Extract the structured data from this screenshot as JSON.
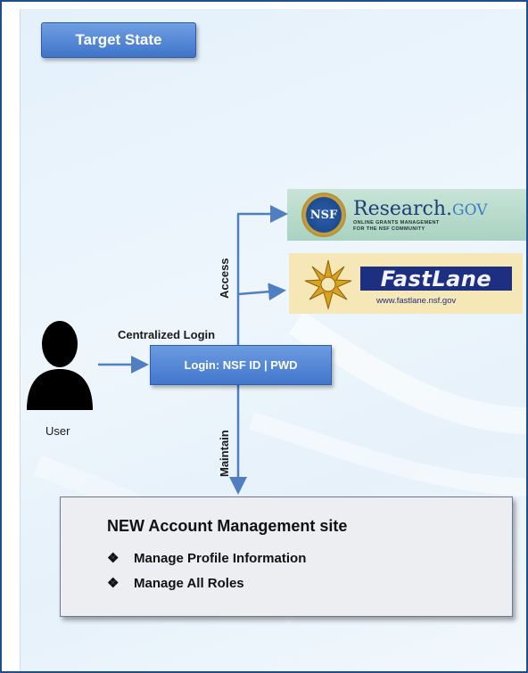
{
  "badge": {
    "label": "Target State"
  },
  "logos": {
    "research_gov": {
      "seal_text": "NSF",
      "title": "Research.",
      "title_suffix": "GOV",
      "tagline_line1": "ONLINE GRANTS MANAGEMENT",
      "tagline_line2": "FOR THE NSF COMMUNITY"
    },
    "fastlane": {
      "wordmark": "FastLane",
      "url": "www.fastlane.nsf.gov"
    }
  },
  "labels": {
    "access": "Access",
    "maintain": "Maintain",
    "centralized_login": "Centralized Login",
    "user": "User"
  },
  "login": {
    "label": "Login: NSF ID | PWD"
  },
  "account_site": {
    "title": "NEW Account Management site",
    "bullet_glyph": "❖",
    "items": [
      "Manage Profile Information",
      "Manage All Roles"
    ]
  },
  "colors": {
    "frame_border": "#1e4f8a",
    "badge_fill": "#4f85d6",
    "arrow": "#4f7fc2",
    "login_fill": "#5a8bd9",
    "account_fill": "#eceef1"
  }
}
